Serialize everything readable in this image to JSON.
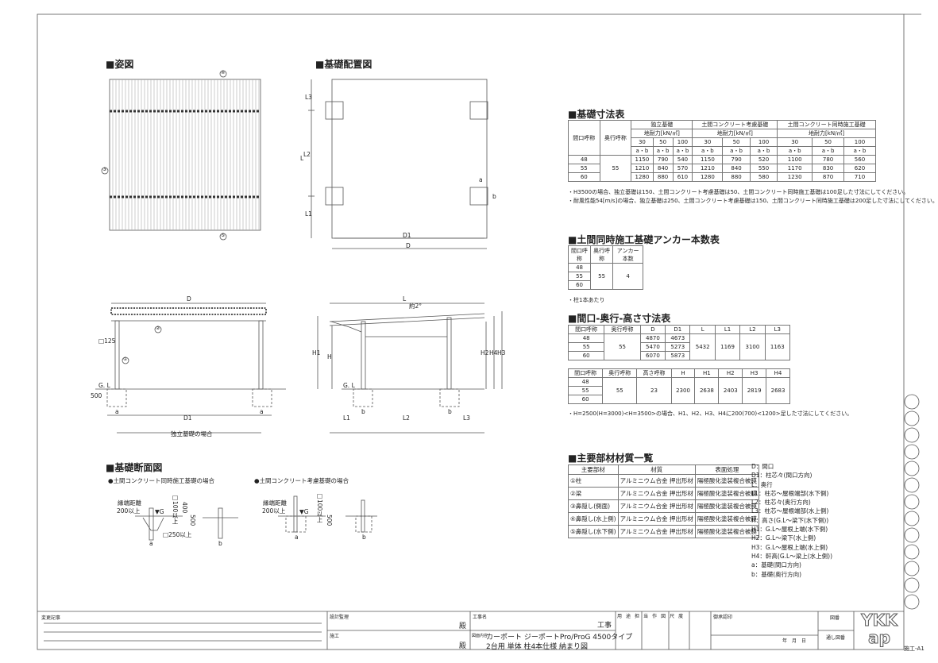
{
  "sections": {
    "view": "■姿図",
    "foundation_layout": "■基礎配置図",
    "foundation_table": "■基礎寸法表",
    "anchor_table": "■土間同時施工基礎アンカー本数表",
    "size_table": "■間口-奥行-高さ寸法表",
    "materials": "■主要部材材質一覧",
    "section": "■基礎断面図"
  },
  "drawing_labels": {
    "c1": "①",
    "c2": "②",
    "c3": "③",
    "c4": "④",
    "c5": "⑤",
    "D": "D",
    "D1": "D1",
    "L": "L",
    "L1": "L1",
    "L2": "L2",
    "L3": "L3",
    "H": "H",
    "H1": "H1",
    "H2": "H2",
    "H3": "H3",
    "H4": "H4",
    "a": "a",
    "b": "b",
    "GL": "G. L",
    "post": "□125",
    "depth": "500",
    "slope": "約2°",
    "caption": "独立基礎の場合",
    "sec_left": "●土間コンクリート同時施工基礎の場合",
    "sec_right": "●土間コンクリート考慮基礎の場合",
    "edge": "縁端距離",
    "edge_val": "200以上",
    "t100": "□100以上",
    "t400": "400",
    "t250": "□250以上",
    "g": "▼G"
  },
  "foundation_table": {
    "h_span": "間口呼称",
    "h_depth": "奥行呼称",
    "groups": [
      "独立基礎",
      "土間コンクリート考慮基礎",
      "土間コンクリート同時施工基礎"
    ],
    "bearing": "地耐力[kN/㎡]",
    "loads": [
      "30",
      "50",
      "100"
    ],
    "ab": "a・b",
    "depth": "55",
    "rows": [
      {
        "span": "48",
        "v": [
          "1150",
          "790",
          "540",
          "1150",
          "790",
          "520",
          "1100",
          "780",
          "560"
        ]
      },
      {
        "span": "55",
        "v": [
          "1210",
          "840",
          "570",
          "1210",
          "840",
          "550",
          "1170",
          "830",
          "620"
        ]
      },
      {
        "span": "60",
        "v": [
          "1280",
          "880",
          "610",
          "1280",
          "880",
          "580",
          "1230",
          "870",
          "710"
        ]
      }
    ],
    "notes": [
      "・H3500の場合、独立基礎は150、土間コンクリート考慮基礎は50、土間コンクリート同時施工基礎は100足した寸法にしてください。",
      "・耐風性能54[m/s]の場合、独立基礎は250、土間コンクリート考慮基礎は150、土間コンクリート同時施工基礎は200足した寸法にしてください。"
    ]
  },
  "anchor_table": {
    "h": [
      "間口呼称",
      "奥行呼称",
      "アンカー本数"
    ],
    "spans": [
      "48",
      "55",
      "60"
    ],
    "depth": "55",
    "count": "4",
    "note": "・柱1本あたり"
  },
  "size_table": {
    "h1": [
      "間口呼称",
      "奥行呼称",
      "D",
      "D1",
      "L",
      "L1",
      "L2",
      "L3"
    ],
    "spans": [
      "48",
      "55",
      "60"
    ],
    "depth": "55",
    "D": [
      "4870",
      "5470",
      "6070"
    ],
    "D1": [
      "4673",
      "5273",
      "5873"
    ],
    "L": "5432",
    "L1": "1169",
    "L2": "3100",
    "L3": "1163",
    "h2": [
      "間口呼称",
      "奥行呼称",
      "高さ呼称",
      "H",
      "H1",
      "H2",
      "H3",
      "H4"
    ],
    "height": "23",
    "H": "2300",
    "H1": "2638",
    "H2": "2403",
    "H3": "2819",
    "H4": "2683",
    "note": "・H=2500(H=3000)<H=3500>の場合、H1、H2、H3、H4に200(700)<1200>足した寸法にしてください。"
  },
  "materials": {
    "h": [
      "主要部材",
      "材質",
      "表面処理"
    ],
    "rows": [
      [
        "①柱",
        "アルミニウム合金 押出形材",
        "陽極酸化塗装複合被膜"
      ],
      [
        "②梁",
        "アルミニウム合金 押出形材",
        "陽極酸化塗装複合被膜"
      ],
      [
        "③鼻隠し(側面)",
        "アルミニウム合金 押出形材",
        "陽極酸化塗装複合被膜"
      ],
      [
        "④鼻隠し(水上側)",
        "アルミニウム合金 押出形材",
        "陽極酸化塗装複合被膜"
      ],
      [
        "⑤鼻隠し(水下側)",
        "アルミニウム合金 押出形材",
        "陽極酸化塗装複合被膜"
      ]
    ]
  },
  "legend": [
    "D：間口",
    "D1：柱芯々(間口方向)",
    "L：奥行",
    "L1：柱芯～屋根端部(水下側)",
    "L2：柱芯々(奥行方向)",
    "L3：柱芯～屋根端部(水上側)",
    "H：高さ(G.L～梁下(水下側))",
    "H1：G.L～屋根上端(水下側)",
    "H2：G.L～梁下(水上側)",
    "H3：G.L～屋根上端(水上側)",
    "H4：軒高(G.L～梁上(水上側))",
    "a：基礎(間口方向)",
    "b：基礎(奥行方向)"
  ],
  "title_block": {
    "change": "変更記事",
    "design": "設計監理",
    "construction": "施工",
    "dono": "殿",
    "project_label": "工事名",
    "project": "工事",
    "content_label": "図面内容",
    "title1": "カーポート ジーポートPro/ProG 4500タイプ",
    "title2": "2台用 単体 柱4本仕様 納まり図",
    "cols": [
      "用",
      "途",
      "担",
      "当",
      "作",
      "図",
      "尺",
      "度"
    ],
    "approval": "御承認印",
    "date": "年　月　日",
    "drawing_no": "図番",
    "through_no": "通し図番",
    "logo": "YKK ap",
    "code": "施工-A1"
  }
}
